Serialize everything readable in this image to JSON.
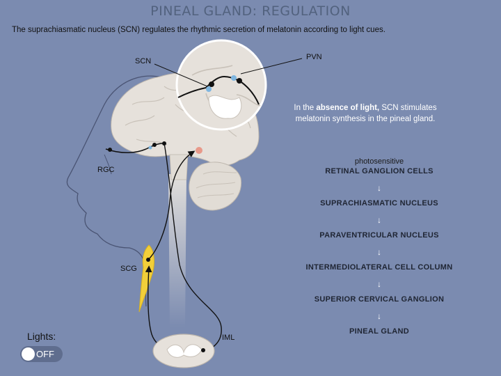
{
  "header": {
    "title": "PINEAL GLAND: REGULATION",
    "subtitle": "The suprachiasmatic nucleus (SCN) regulates the rhythmic secretion of melatonin according to light cues."
  },
  "diagram_labels": {
    "scn": "SCN",
    "pvn": "PVN",
    "rgc": "RGC",
    "scg": "SCG",
    "iml": "IML"
  },
  "note": {
    "prefix": "In the ",
    "emphasis": "absence of light,",
    "suffix": " SCN stimulates melatonin synthesis in the pineal gland."
  },
  "pathway": {
    "qualifier": "photosensitive",
    "arrow": "↓",
    "steps": [
      "RETINAL GANGLION CELLS",
      "SUPRACHIASMATIC NUCLEUS",
      "PARAVENTRICULAR NUCLEUS",
      "INTERMEDIOLATERAL CELL COLUMN",
      "SUPERIOR CERVICAL GANGLION",
      "PINEAL GLAND"
    ]
  },
  "lights": {
    "label": "Lights:",
    "state": "OFF"
  },
  "colors": {
    "background": "#7b8bb0",
    "title": "#52627e",
    "scg_ganglion": "#f2cf3a",
    "pineal": "#e8998a",
    "nucleus_marker": "#7fb6e0",
    "brain": "#e6e1db"
  }
}
